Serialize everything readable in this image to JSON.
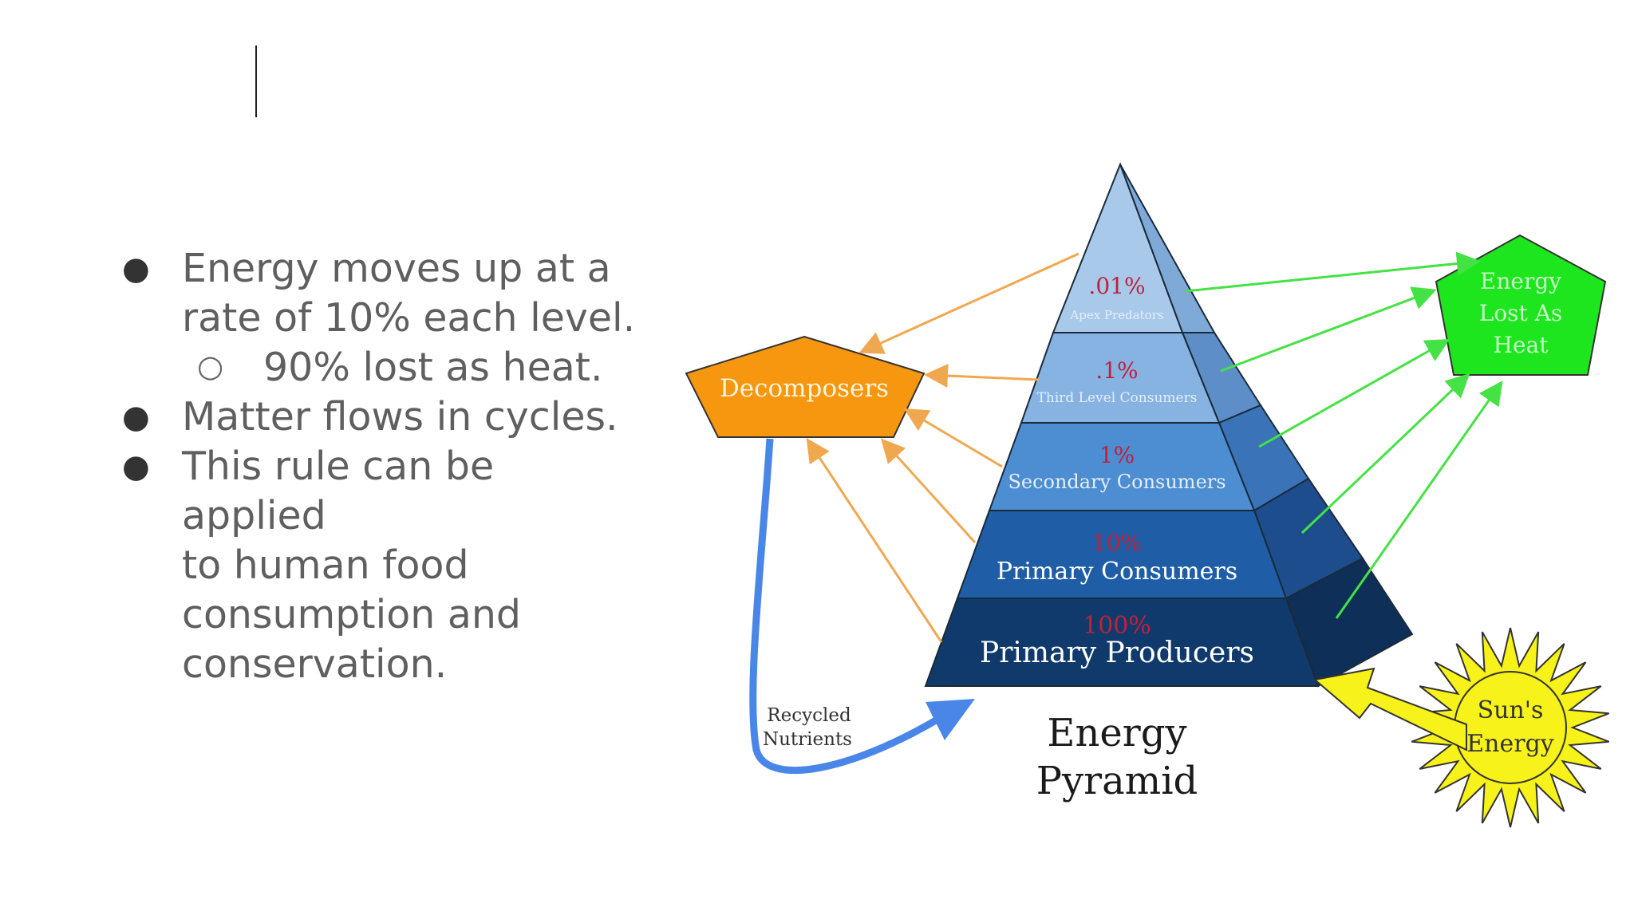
{
  "slide": {
    "bullets": [
      {
        "text": "Energy moves up at a rate of 10% each level.",
        "sub": [
          "90% lost as heat."
        ]
      },
      {
        "text": "Matter flows in cycles.",
        "sub": []
      },
      {
        "text": "This rule can be applied to human food consumption and conservation.",
        "sub": []
      }
    ],
    "bullet_line_1a": "Energy moves up at a",
    "bullet_line_1b": "rate of 10% each level.",
    "sub_bullet_1": "90% lost as heat.",
    "bullet_2": "Matter flows in cycles.",
    "bullet_line_3a": "This rule can be applied",
    "bullet_line_3b": "to human food",
    "bullet_line_3c": "consumption and",
    "bullet_line_3d": "conservation."
  },
  "diagram": {
    "title_line1": "Energy",
    "title_line2": "Pyramid",
    "levels": [
      {
        "percent": ".01%",
        "name": "Apex Predators",
        "color": "#a9c9eb"
      },
      {
        "percent": ".1%",
        "name": "Third Level Consumers",
        "color": "#86b3e2"
      },
      {
        "percent": "1%",
        "name": "Secondary Consumers",
        "color": "#4d8dd2"
      },
      {
        "percent": "10%",
        "name": "Primary Consumers",
        "color": "#1f5ea6"
      },
      {
        "percent": "100%",
        "name": "Primary Producers",
        "color": "#103a6b"
      }
    ],
    "decomposers": "Decomposers",
    "heat_line1": "Energy",
    "heat_line2": "Lost As",
    "heat_line3": "Heat",
    "sun_line1": "Sun's",
    "sun_line2": "Energy",
    "recycled_line1": "Recycled",
    "recycled_line2": "Nutrients",
    "colors": {
      "decomposers": "#f7960f",
      "heat": "#1ee61e",
      "sun": "#f7f21a",
      "recycle_arrow": "#4a86e8",
      "percent": "#c0203a",
      "orange_arrow": "#f0a850",
      "green_arrow": "#44e244"
    }
  }
}
